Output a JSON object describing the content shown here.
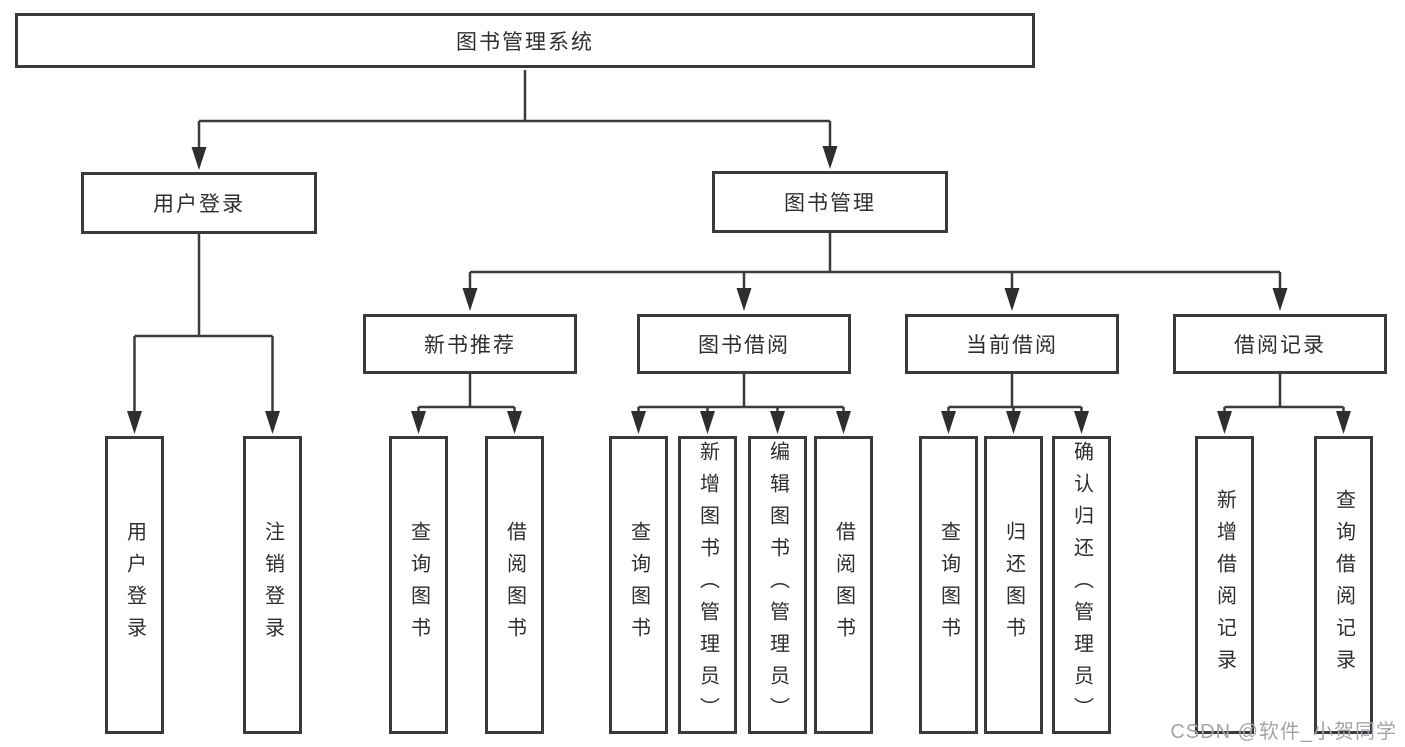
{
  "diagram": {
    "root": {
      "label": "图书管理系统"
    },
    "level2": [
      {
        "label": "用户登录"
      },
      {
        "label": "图书管理"
      }
    ],
    "level3": [
      {
        "label": "新书推荐"
      },
      {
        "label": "图书借阅"
      },
      {
        "label": "当前借阅"
      },
      {
        "label": "借阅记录"
      }
    ],
    "leaves": [
      {
        "label": "用户登录"
      },
      {
        "label": "注销登录"
      },
      {
        "label": "查询图书"
      },
      {
        "label": "借阅图书"
      },
      {
        "label": "查询图书"
      },
      {
        "label": "新增图书（管理员）"
      },
      {
        "label": "编辑图书（管理员）"
      },
      {
        "label": "借阅图书"
      },
      {
        "label": "查询图书"
      },
      {
        "label": "归还图书"
      },
      {
        "label": "确认归还（管理员）"
      },
      {
        "label": "新增借阅记录"
      },
      {
        "label": "查询借阅记录"
      }
    ]
  },
  "watermark": {
    "text": "CSDN @软件_小贺同学"
  },
  "colors": {
    "line": "#3b3b3b",
    "arrow": "#2e2e2e",
    "border": "#3a3a3a",
    "text": "#2e2e2e",
    "watermark": "#a2a5ab",
    "background": "#ffffff"
  }
}
